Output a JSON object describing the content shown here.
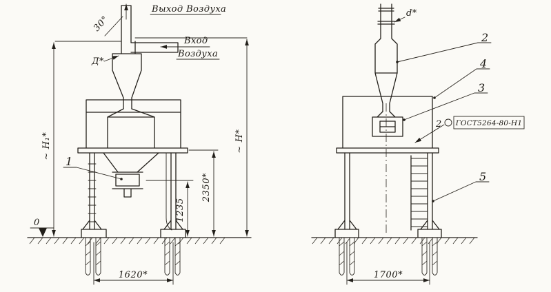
{
  "page": {
    "background": "#fbfaf6",
    "ink": "#221f1a"
  },
  "left_view": {
    "air_outlet": "Выход Воздуха",
    "air_inlet_top": "Вход",
    "air_inlet_bottom": "Воздуха",
    "angle": "30°",
    "diameter": "Д*",
    "height_left": "~ Н₁*",
    "height_right": "~ Н*",
    "dim_mid": "2350*",
    "dim_inner": "1235",
    "dim_bottom": "1620*",
    "part_1": "1",
    "zero_mark": "0"
  },
  "right_view": {
    "diameter": "d*",
    "part_2": "2",
    "part_4": "4",
    "part_3": "3",
    "part_5": "5",
    "weld_qty": "2",
    "weld_spec": "ГОСТ5264-80-Н1",
    "dim_bottom": "1700*"
  }
}
